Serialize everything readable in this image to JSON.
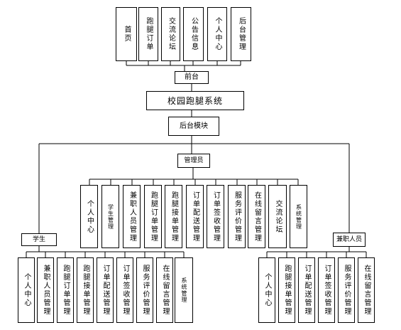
{
  "root": "校园跑腿系统",
  "frontend": {
    "label": "前台",
    "modules": [
      "首页",
      "跑腿订单",
      "交流论坛",
      "公告信息",
      "个人中心",
      "后台管理"
    ]
  },
  "backend": {
    "label": "后台模块",
    "admin": {
      "label": "管理员",
      "modules": [
        "个人中心",
        "学生管理",
        "兼职人员管理",
        "跑腿订单管理",
        "跑腿接单管理",
        "订单配送管理",
        "订单签收管理",
        "服务评价管理",
        "在线留言管理",
        "交流论坛",
        "系统管理"
      ]
    },
    "student": {
      "label": "学生",
      "modules": [
        "个人中心",
        "兼职人员管理",
        "跑腿订单管理",
        "跑腿接单管理",
        "订单配送管理",
        "订单签收管理",
        "服务评价管理",
        "在线留言管理",
        "系统管理"
      ]
    },
    "parttime": {
      "label": "兼职人员",
      "modules": [
        "个人中心",
        "跑腿接单管理",
        "订单配送管理",
        "订单签收管理",
        "服务评价管理",
        "在线留言管理"
      ]
    }
  }
}
